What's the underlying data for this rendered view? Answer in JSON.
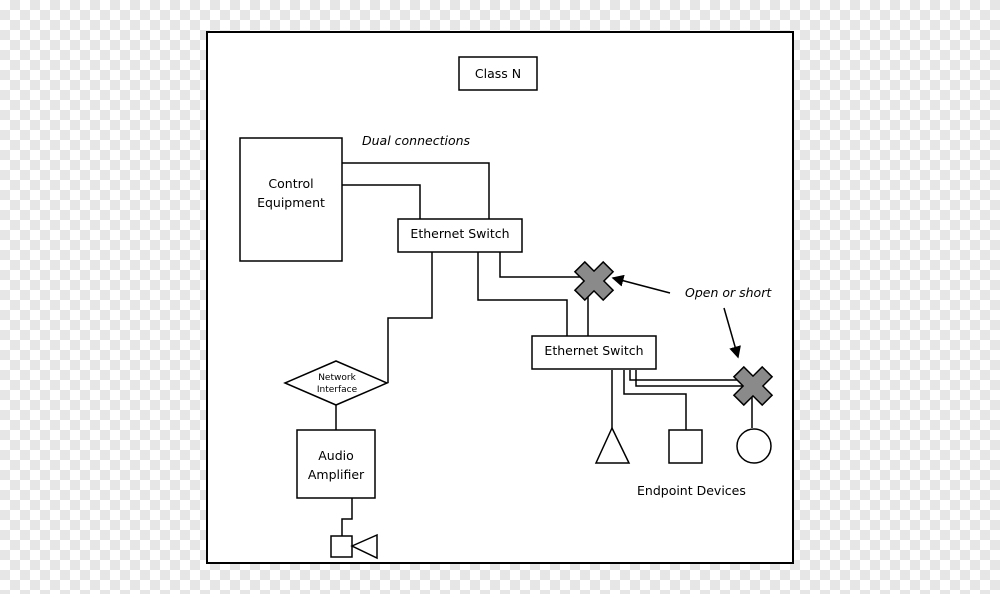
{
  "title": "Class N",
  "nodes": {
    "control_equipment": [
      "Control",
      "Equipment"
    ],
    "ethernet_switch_1": "Ethernet Switch",
    "ethernet_switch_2": "Ethernet Switch",
    "network_interface": [
      "Network",
      "Interface"
    ],
    "audio_amplifier": [
      "Audio",
      "Amplifier"
    ]
  },
  "annotations": {
    "dual_connections": "Dual connections",
    "open_or_short": "Open or short",
    "endpoint_devices": "Endpoint Devices"
  },
  "colors": {
    "fault_marker": "#8a8a8a",
    "line": "#000000",
    "box_fill": "#ffffff"
  }
}
